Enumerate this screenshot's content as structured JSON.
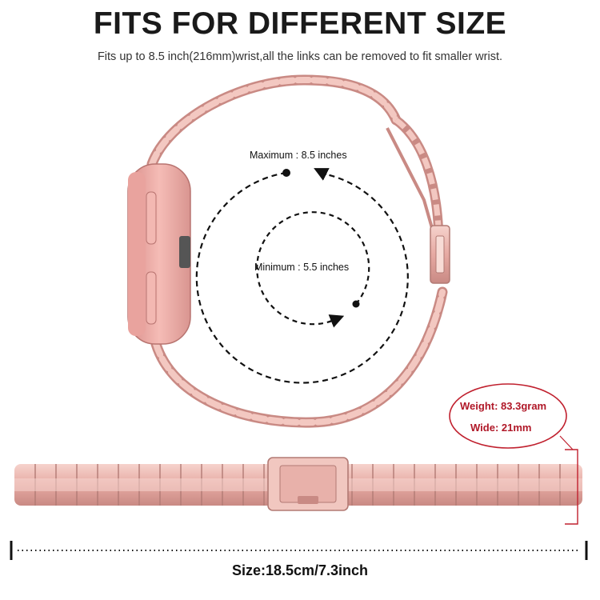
{
  "heading": {
    "title": "FITS FOR DIFFERENT SIZE",
    "subtitle": "Fits up to 8.5 inch(216mm)wrist,all the links can be removed to fit smaller wrist."
  },
  "diagram": {
    "maximum_label": "Maximum : 8.5 inches",
    "minimum_label": "Minimum : 5.5 inches"
  },
  "specs": {
    "weight": "Weight: 83.3gram",
    "wide": "Wide: 21mm"
  },
  "size": {
    "label": "Size:18.5cm/7.3inch"
  },
  "colors": {
    "band": "#e9b2ab",
    "band_dark": "#c98a84",
    "accent": "#b01828"
  }
}
